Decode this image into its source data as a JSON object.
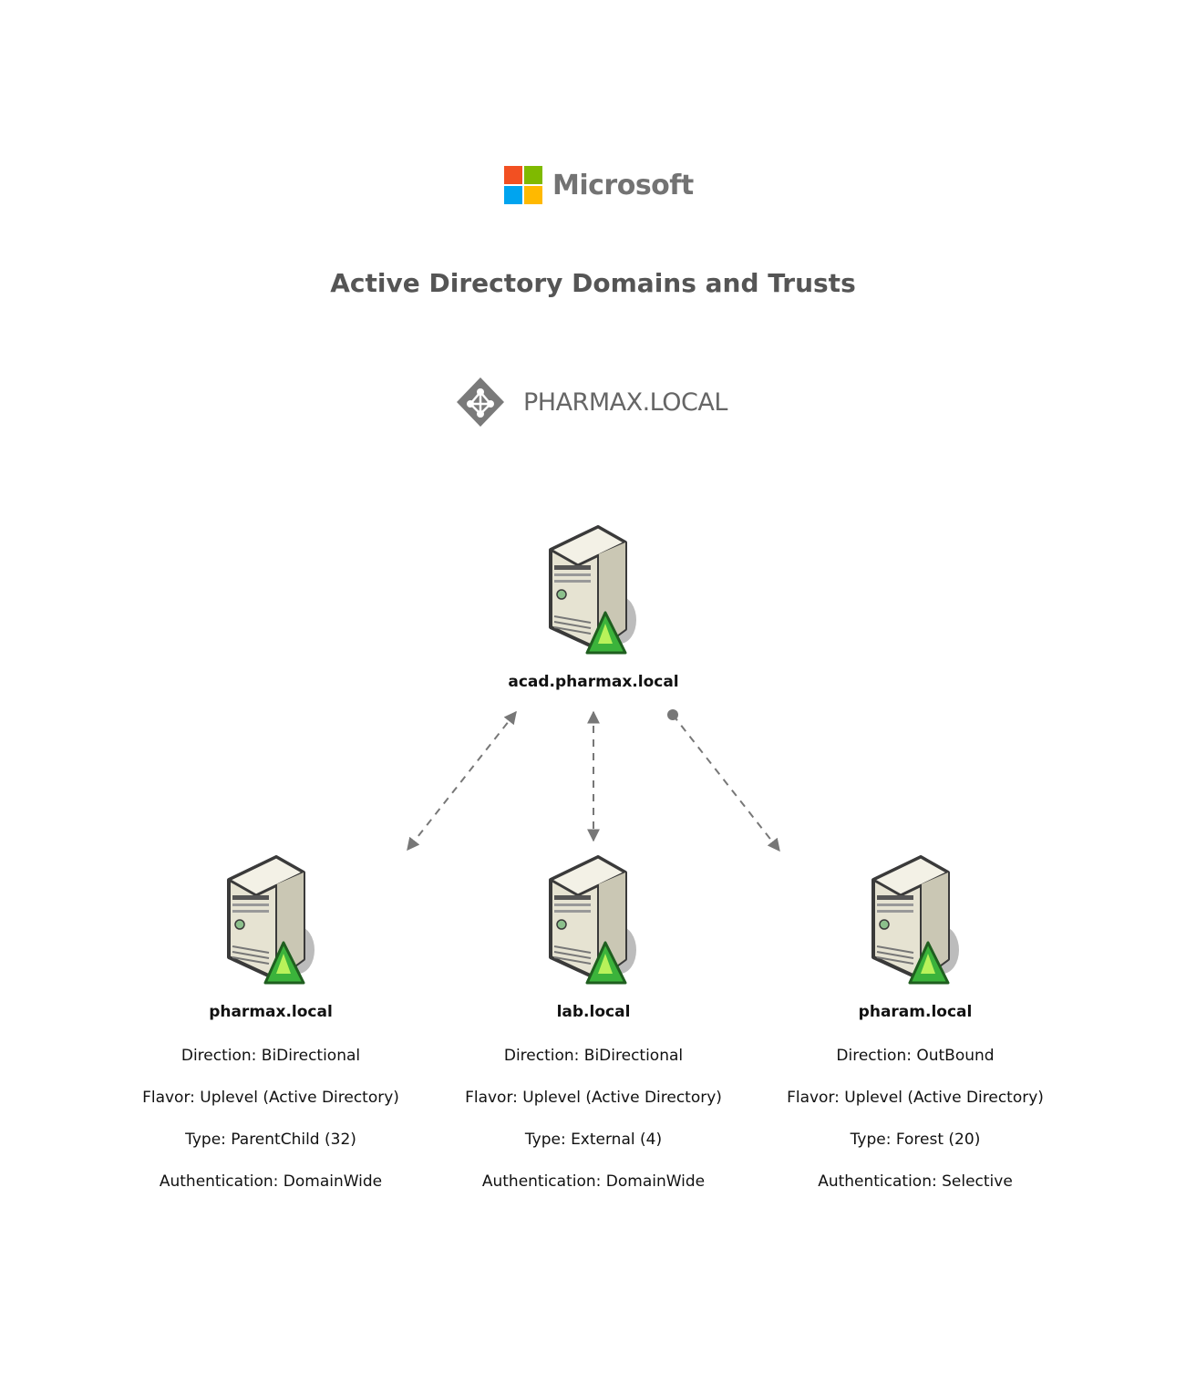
{
  "logo": {
    "text": "Microsoft",
    "colors": [
      "#f25022",
      "#7fba00",
      "#00a4ef",
      "#ffb900"
    ]
  },
  "title": "Active Directory Domains and Trusts",
  "forest": {
    "label": "PHARMAX.LOCAL",
    "icon": "active-directory-icon"
  },
  "root": {
    "name": "acad.pharmax.local",
    "icon": "server-icon"
  },
  "trusts": [
    {
      "name": "pharmax.local",
      "direction": "Direction: BiDirectional",
      "flavor": "Flavor: Uplevel (Active Directory)",
      "type": "Type: ParentChild (32)",
      "authentication": "Authentication: DomainWide",
      "link": "bidirectional"
    },
    {
      "name": "lab.local",
      "direction": "Direction: BiDirectional",
      "flavor": "Flavor: Uplevel (Active Directory)",
      "type": "Type: External (4)",
      "authentication": "Authentication: DomainWide",
      "link": "bidirectional"
    },
    {
      "name": "pharam.local",
      "direction": "Direction: OutBound",
      "flavor": "Flavor: Uplevel (Active Directory)",
      "type": "Type: Forest (20)",
      "authentication": "Authentication: Selective",
      "link": "outbound"
    }
  ],
  "colors": {
    "link": "#777777",
    "server_body": "#e6e3d2",
    "badge": "#3bb33b"
  }
}
